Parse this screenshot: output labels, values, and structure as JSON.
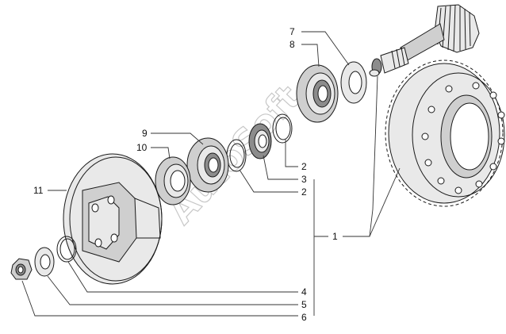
{
  "diagram": {
    "callouts": [
      {
        "id": "c1",
        "text": "1"
      },
      {
        "id": "c2a",
        "text": "2"
      },
      {
        "id": "c2b",
        "text": "2"
      },
      {
        "id": "c3",
        "text": "3"
      },
      {
        "id": "c4",
        "text": "4"
      },
      {
        "id": "c5",
        "text": "5"
      },
      {
        "id": "c6",
        "text": "6"
      },
      {
        "id": "c7",
        "text": "7"
      },
      {
        "id": "c8",
        "text": "8"
      },
      {
        "id": "c9",
        "text": "9"
      },
      {
        "id": "c10",
        "text": "10"
      },
      {
        "id": "c11",
        "text": "11"
      }
    ],
    "watermark": "AutoSoft"
  }
}
